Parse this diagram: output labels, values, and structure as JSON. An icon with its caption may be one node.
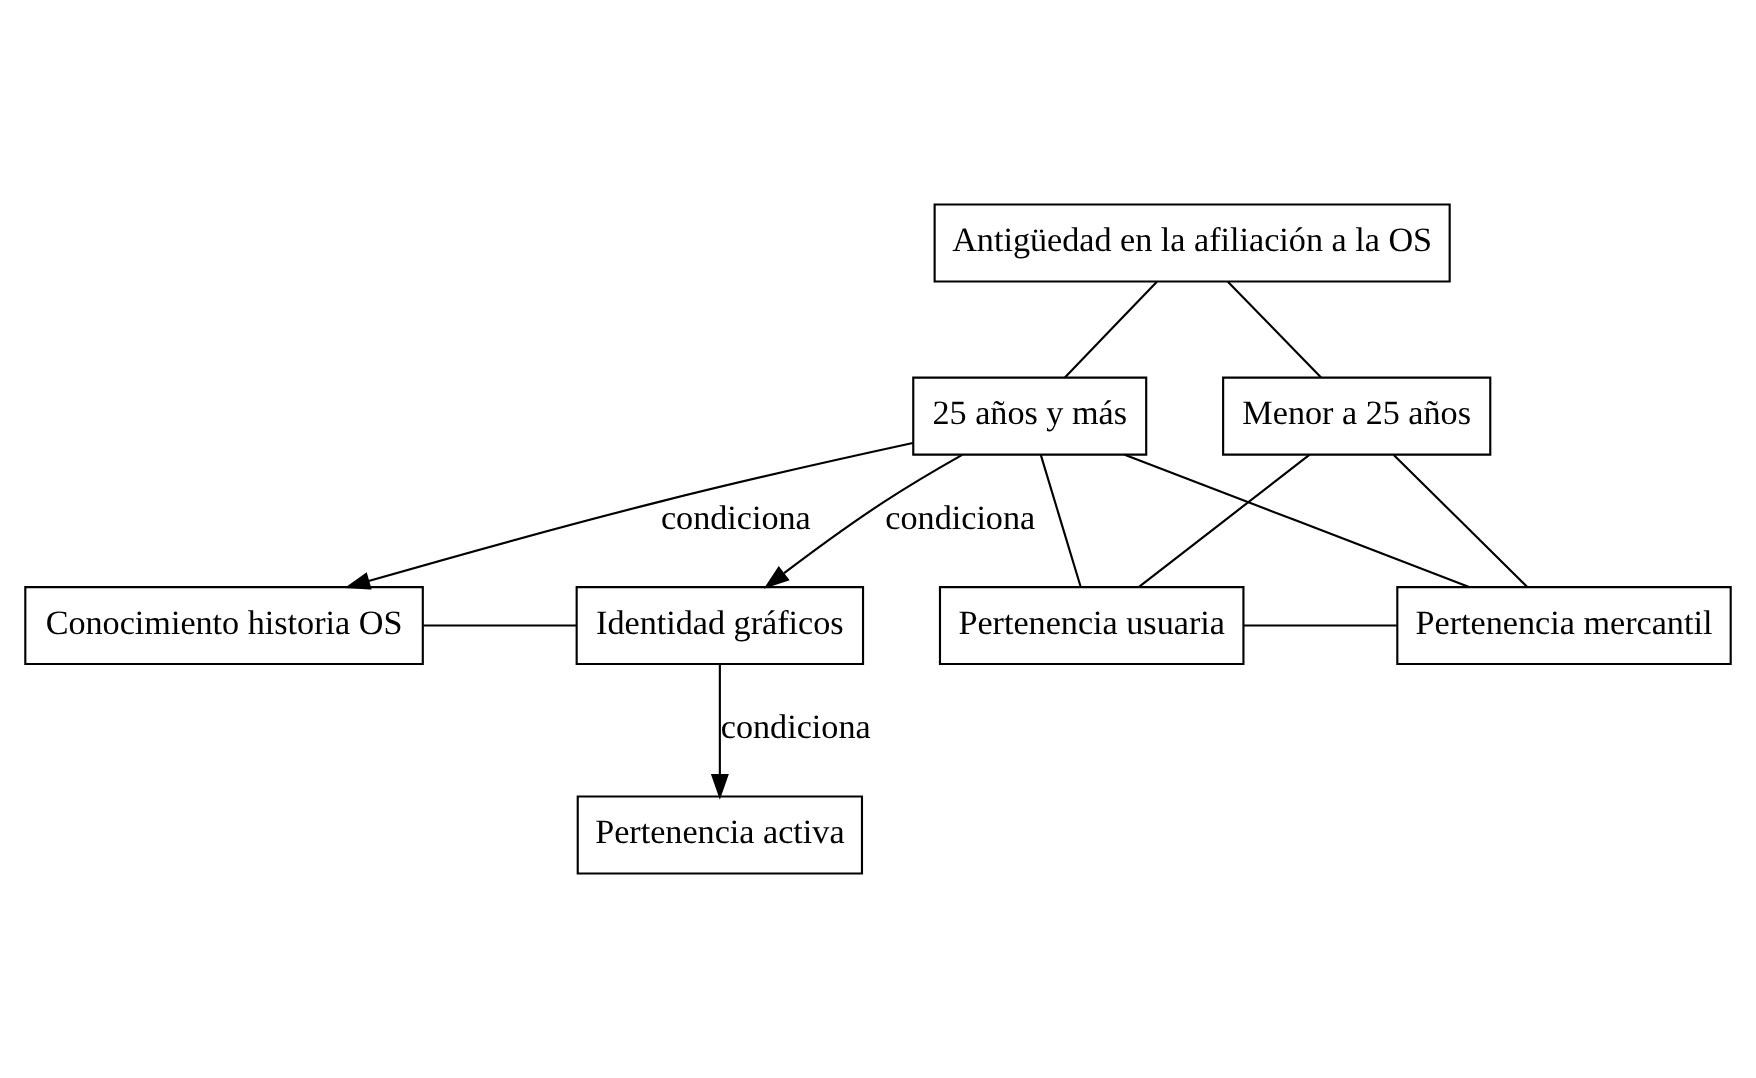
{
  "diagram": {
    "nodes": [
      {
        "text": [
          "Antigüedad en la afiliación a la OS"
        ]
      },
      {
        "text": [
          "25 años y más"
        ]
      },
      {
        "text": [
          "Menor a 25 años"
        ]
      },
      {
        "text": [
          "Conocimiento historia OS"
        ]
      },
      {
        "text": [
          "Identidad gráficos"
        ]
      },
      {
        "text": [
          "Pertenencia usuaria"
        ]
      },
      {
        "text": [
          "Pertenencia mercantil"
        ]
      },
      {
        "text": [
          "Pertenencia activa"
        ]
      }
    ],
    "edges": [
      {
        "from": 0,
        "to": 1,
        "arrow": "none"
      },
      {
        "from": 0,
        "to": 2,
        "arrow": "none"
      },
      {
        "from": 1,
        "to": 3,
        "arrow": "to",
        "label": "condiciona"
      },
      {
        "from": 1,
        "to": 4,
        "arrow": "to",
        "label": "condiciona"
      },
      {
        "from": 1,
        "to": 5,
        "arrow": "none"
      },
      {
        "from": 1,
        "to": 6,
        "arrow": "none"
      },
      {
        "from": 2,
        "to": 5,
        "arrow": "none"
      },
      {
        "from": 2,
        "to": 6,
        "arrow": "none"
      },
      {
        "from": 3,
        "to": 4,
        "arrow": "none"
      },
      {
        "from": 5,
        "to": 6,
        "arrow": "none"
      },
      {
        "from": 4,
        "to": 7,
        "arrow": "to",
        "label": "condiciona"
      }
    ]
  }
}
